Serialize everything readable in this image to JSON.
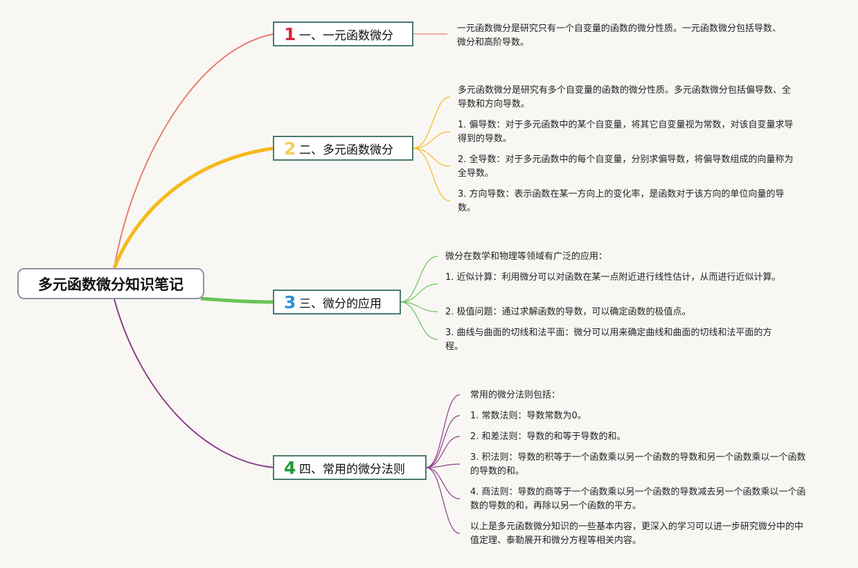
{
  "title": "多元函数微分知识笔记",
  "colors": {
    "b1": "#e97d6e",
    "b2": "#f6b91c",
    "b3": "#6cc25a",
    "b4": "#8b3d8a",
    "num1": "#d8283f",
    "num2": "#f2cf55",
    "num3": "#2a8fd8",
    "num4": "#1f9a35"
  },
  "branches": [
    {
      "num": "1",
      "label": "一、一元函数微分",
      "notes": [
        "一元函数微分是研究只有一个自变量的函数的微分性质。一元函数微分包括导数、微分和高阶导数。"
      ]
    },
    {
      "num": "2",
      "label": "二、多元函数微分",
      "notes": [
        "多元函数微分是研究有多个自变量的函数的微分性质。多元函数微分包括偏导数、全导数和方向导数。",
        "1. 偏导数：对于多元函数中的某个自变量，将其它自变量视为常数，对该自变量求导得到的导数。",
        "2. 全导数：对于多元函数中的每个自变量，分别求偏导数，将偏导数组成的向量称为全导数。",
        "3. 方向导数：表示函数在某一方向上的变化率，是函数对于该方向的单位向量的导数。"
      ]
    },
    {
      "num": "3",
      "label": "三、微分的应用",
      "notes": [
        "微分在数学和物理等领域有广泛的应用：",
        "1. 近似计算：利用微分可以对函数在某一点附近进行线性估计，从而进行近似计算。",
        "2. 极值问题：通过求解函数的导数，可以确定函数的极值点。",
        "3. 曲线与曲面的切线和法平面：微分可以用来确定曲线和曲面的切线和法平面的方程。"
      ]
    },
    {
      "num": "4",
      "label": "四、常用的微分法则",
      "notes": [
        "常用的微分法则包括：",
        "1. 常数法则：导数常数为0。",
        "2. 和差法则：导数的和等于导数的和。",
        "3. 积法则：导数的积等于一个函数乘以另一个函数的导数和另一个函数乘以一个函数的导数的和。",
        "4. 商法则：导数的商等于一个函数乘以另一个函数的导数减去另一个函数乘以一个函数的导数的和，再除以另一个函数的平方。",
        "以上是多元函数微分知识的一些基本内容，更深入的学习可以进一步研究微分中的中值定理、泰勒展开和微分方程等相关内容。"
      ]
    }
  ]
}
